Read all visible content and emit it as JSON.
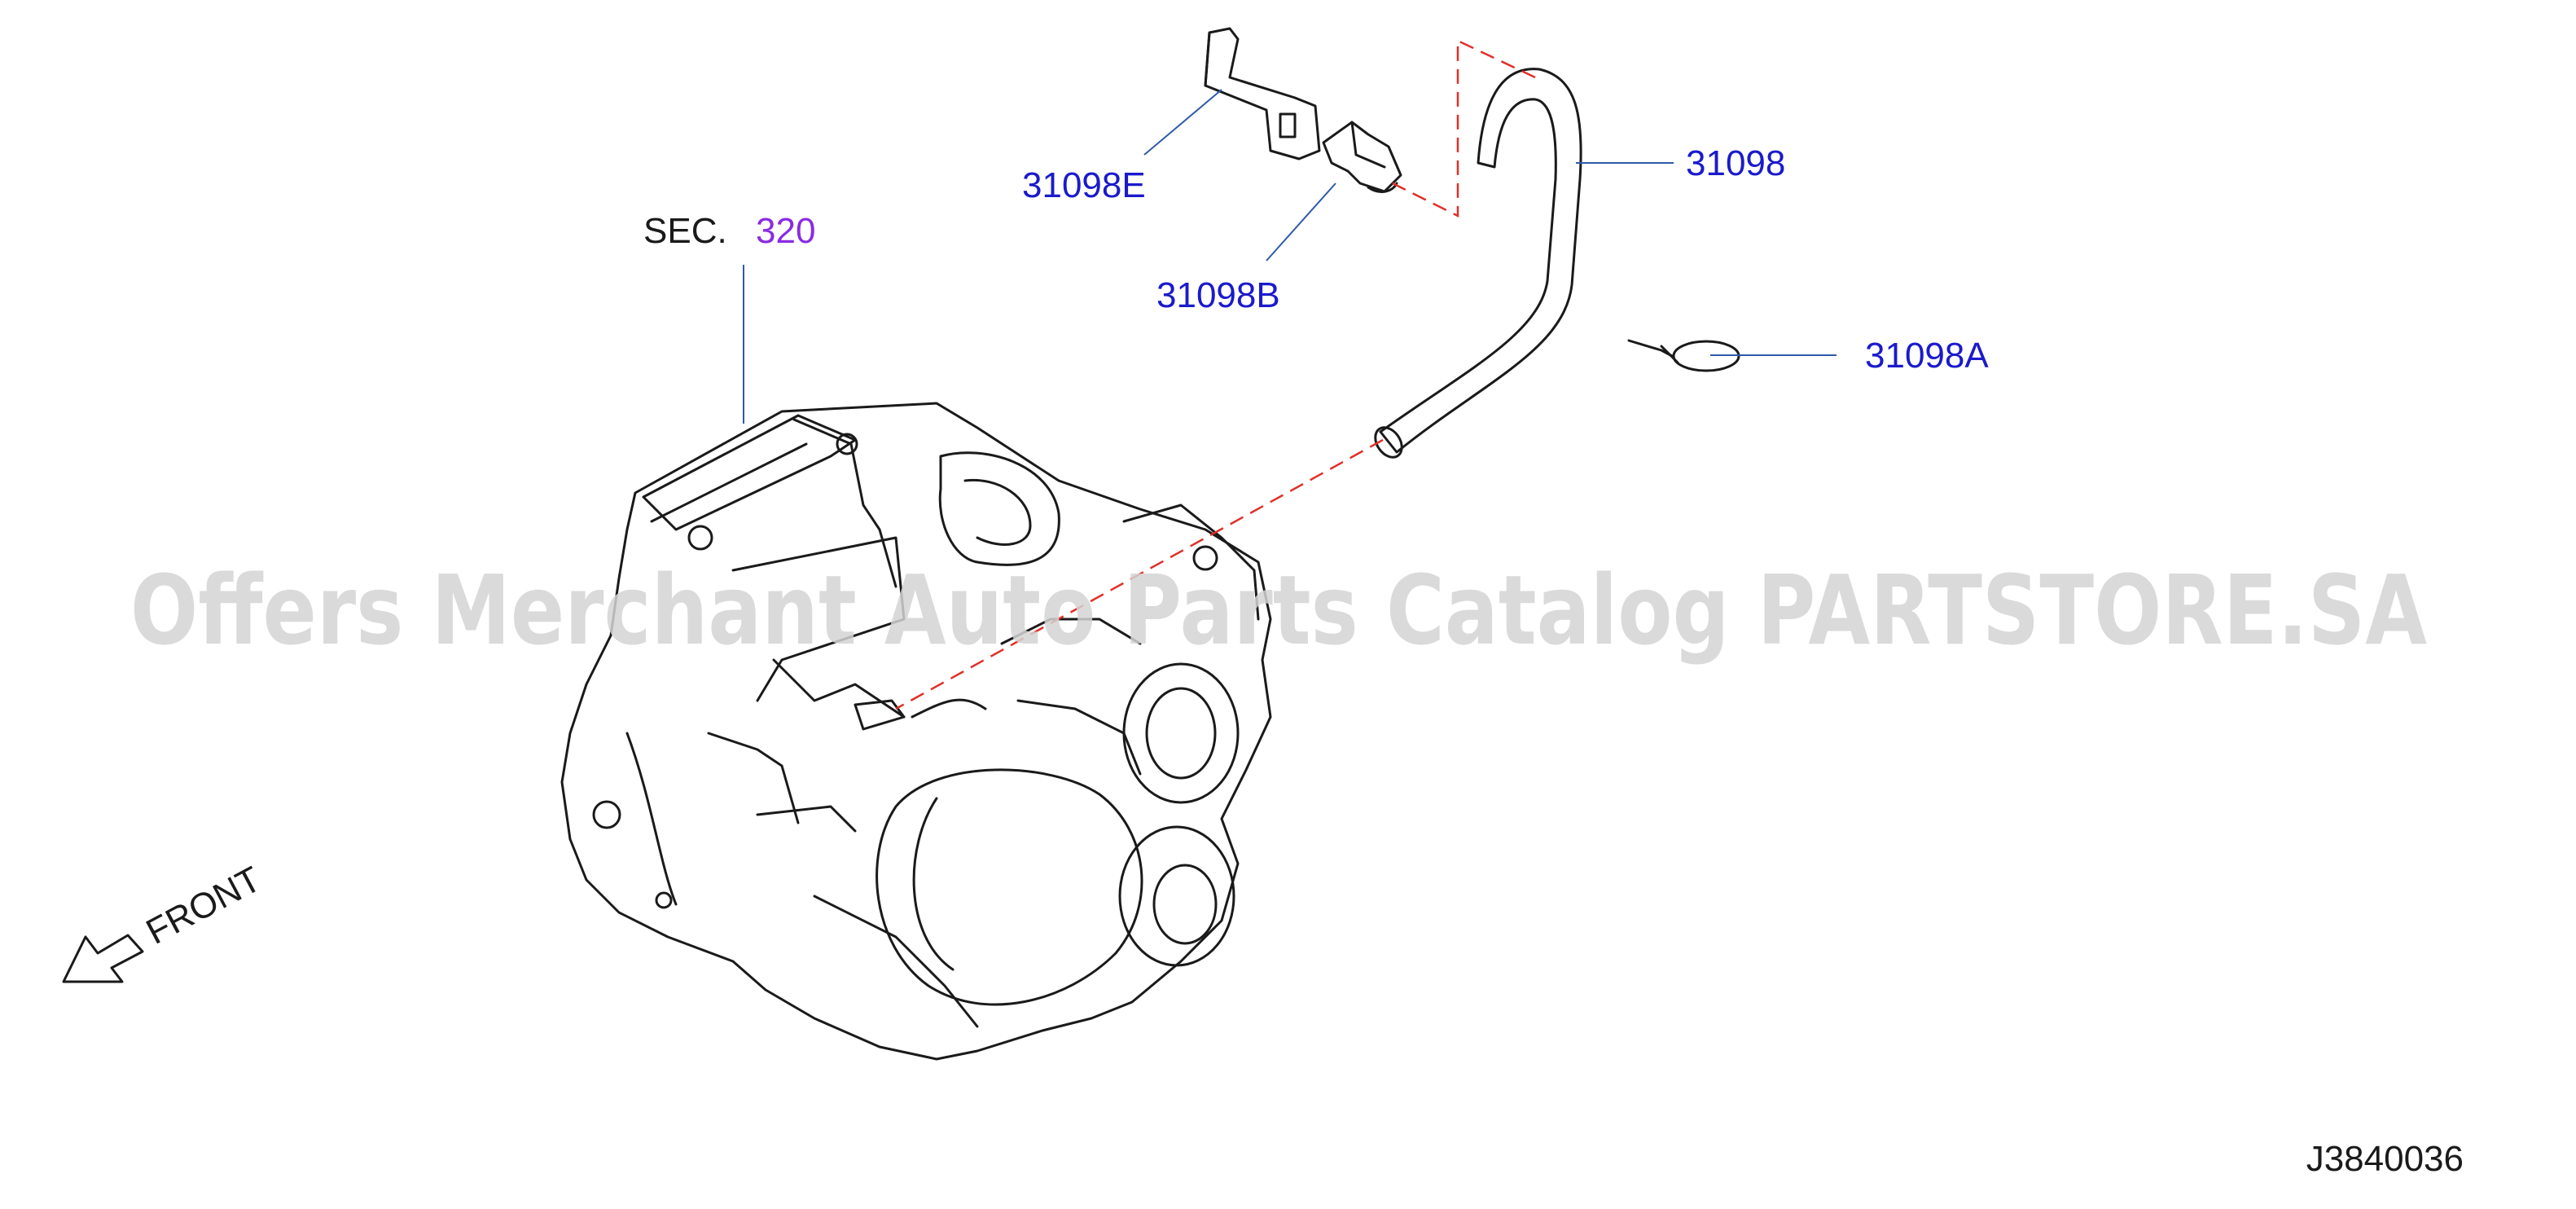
{
  "diagram": {
    "watermark": "Offers Merchant Auto Parts Catalog PARTSTORE.SA",
    "section_ref": {
      "prefix": "SEC.",
      "number": "320"
    },
    "part_labels": {
      "hose": "31098",
      "bracket": "31098E",
      "clip": "31098B",
      "tie": "31098A"
    },
    "front_label": "FRONT",
    "diagram_id": "J3840036",
    "colors": {
      "part_number_text": "#1a1acc",
      "section_number_text": "#8a2be2",
      "leader_line": "#2e5aa8",
      "dashed_line": "#e0302a",
      "drawing_line": "#1a1a1a",
      "watermark": "#d4d4d4"
    }
  }
}
